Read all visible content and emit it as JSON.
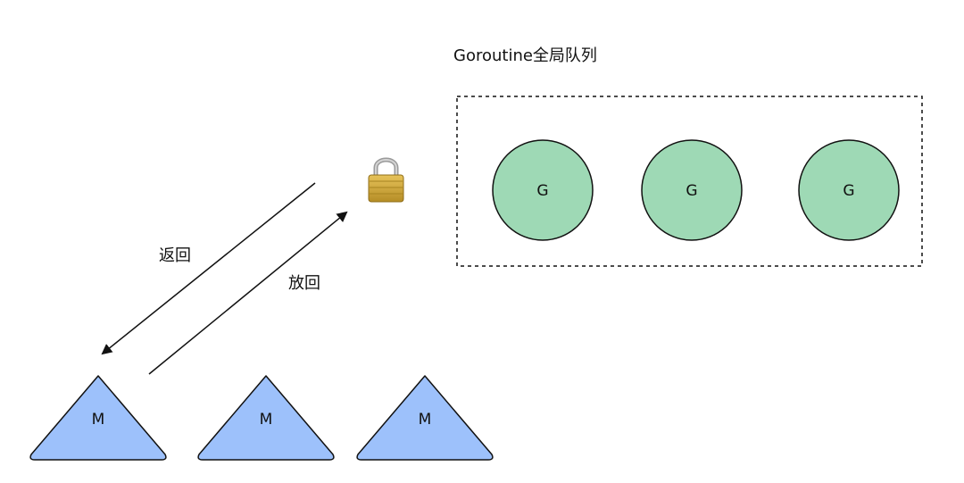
{
  "queue": {
    "title": "Goroutine全局队列",
    "goroutines": [
      {
        "label": "G"
      },
      {
        "label": "G"
      },
      {
        "label": "G"
      }
    ]
  },
  "lock": {
    "icon": "padlock-icon"
  },
  "arrows": {
    "return_label": "返回",
    "put_back_label": "放回"
  },
  "machines": [
    {
      "label": "M"
    },
    {
      "label": "M"
    },
    {
      "label": "M"
    }
  ],
  "colors": {
    "goroutine_fill": "#9ed9b5",
    "machine_fill": "#9dc1fb",
    "stroke": "#111111",
    "lock_body": "#c9a437",
    "lock_shackle": "#a9a9a9"
  }
}
